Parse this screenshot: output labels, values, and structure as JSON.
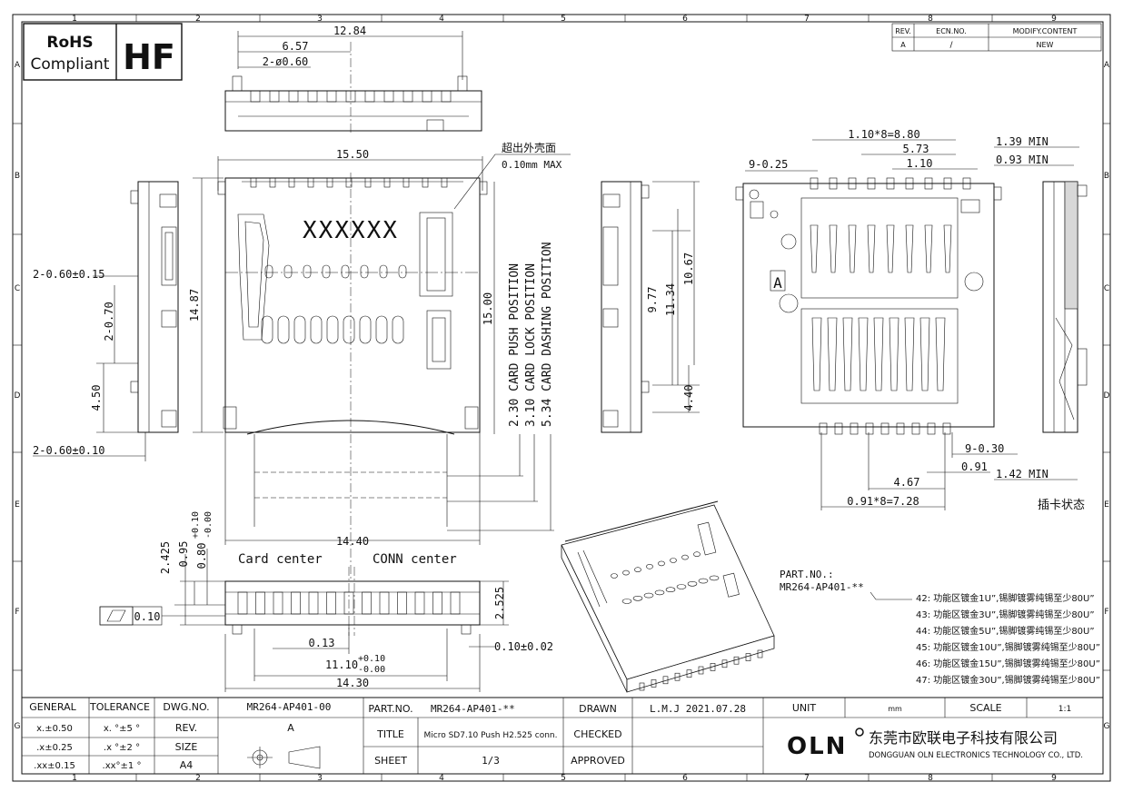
{
  "badge": {
    "rohs": "RoHS",
    "compliant": "Compliant",
    "hf": "HF"
  },
  "columns": [
    "1",
    "2",
    "3",
    "4",
    "5",
    "6",
    "7",
    "8",
    "9"
  ],
  "rows": [
    "A",
    "B",
    "C",
    "D",
    "E",
    "F",
    "G"
  ],
  "revision_table": {
    "headers": [
      "REV.",
      "ECN.NO.",
      "MODIFY.CONTENT"
    ],
    "row": [
      "A",
      "/",
      "NEW"
    ]
  },
  "top_view": {
    "dims": [
      "12.84",
      "6.57",
      "2-ø0.60"
    ]
  },
  "front_view": {
    "dims": [
      "15.50",
      "14.87",
      "15.00",
      "14.40",
      "2-0.60±0.15",
      "2-0.70",
      "4.50",
      "2-0.60±0.10"
    ],
    "marking": "XXXXXX",
    "note_cn": "超出外壳面",
    "note_max": "0.10mm MAX",
    "positions": [
      "2.30 CARD PUSH POSITION",
      "3.10 CARD LOCK POSITION",
      "5.34 CARD DASHING POSITION"
    ]
  },
  "side_view": {
    "dims": [
      "9.77",
      "11.34",
      "10.67",
      "4.40"
    ]
  },
  "bottom_view": {
    "dims": [
      "1.10*8=8.80",
      "5.73",
      "1.10",
      "9-0.25",
      "9-0.30",
      "0.91",
      "4.67",
      "0.91*8=7.28"
    ],
    "letter": "A"
  },
  "right_view": {
    "dims": [
      "1.39 MIN",
      "0.93 MIN",
      "1.42 MIN"
    ],
    "caption": "插卡状态"
  },
  "section_view": {
    "dims": [
      "2.425",
      "0.95",
      "0.80",
      "+0.10",
      "-0.00",
      "2.525",
      "0.13",
      "11.10",
      "+0.10",
      "-0.00",
      "14.30",
      "0.10±0.02"
    ],
    "card_center": "Card center",
    "conn_center": "CONN center",
    "flatness": "0.10"
  },
  "part_options": {
    "label": "PART.NO.:",
    "part": "MR264-AP401-**",
    "items": [
      "42: 功能区镀金1U”,锡脚镀雾纯锡至少80U”",
      "43: 功能区镀金3U”,锡脚镀雾纯锡至少80U”",
      "44: 功能区镀金5U”,锡脚镀雾纯锡至少80U”",
      "45: 功能区镀金10U”,锡脚镀雾纯锡至少80U”",
      "46: 功能区镀金15U”,锡脚镀雾纯锡至少80U”",
      "47: 功能区镀金30U”,锡脚镀雾纯锡至少80U”"
    ]
  },
  "title_block": {
    "general": "GENERAL",
    "tolerance": "TOLERANCE",
    "tol_rows": [
      [
        "x.±0.50",
        "x. °±5 °"
      ],
      [
        ".x±0.25",
        ".x °±2 °"
      ],
      [
        ".xx±0.15",
        ".xx°±1 °"
      ]
    ],
    "dwg_no_label": "DWG.NO.",
    "dwg_no": "MR264-AP401-00",
    "rev_label": "REV.",
    "rev": "A",
    "size_label": "SIZE",
    "size": "A4",
    "part_no_label": "PART.NO.",
    "part_no": "MR264-AP401-**",
    "title_label": "TITLE",
    "title": "Micro SD7.10 Push H2.525 conn.",
    "sheet_label": "SHEET",
    "sheet": "1/3",
    "drawn_label": "DRAWN",
    "drawn": "L.M.J  2021.07.28",
    "checked_label": "CHECKED",
    "approved_label": "APPROVED",
    "unit_label": "UNIT",
    "unit": "mm",
    "scale_label": "SCALE",
    "scale": "1:1",
    "logo": "OLN",
    "company_cn": "东莞市欧联电子科技有限公司",
    "company_en": "DONGGUAN OLN ELECTRONICS TECHNOLOGY CO., LTD."
  }
}
